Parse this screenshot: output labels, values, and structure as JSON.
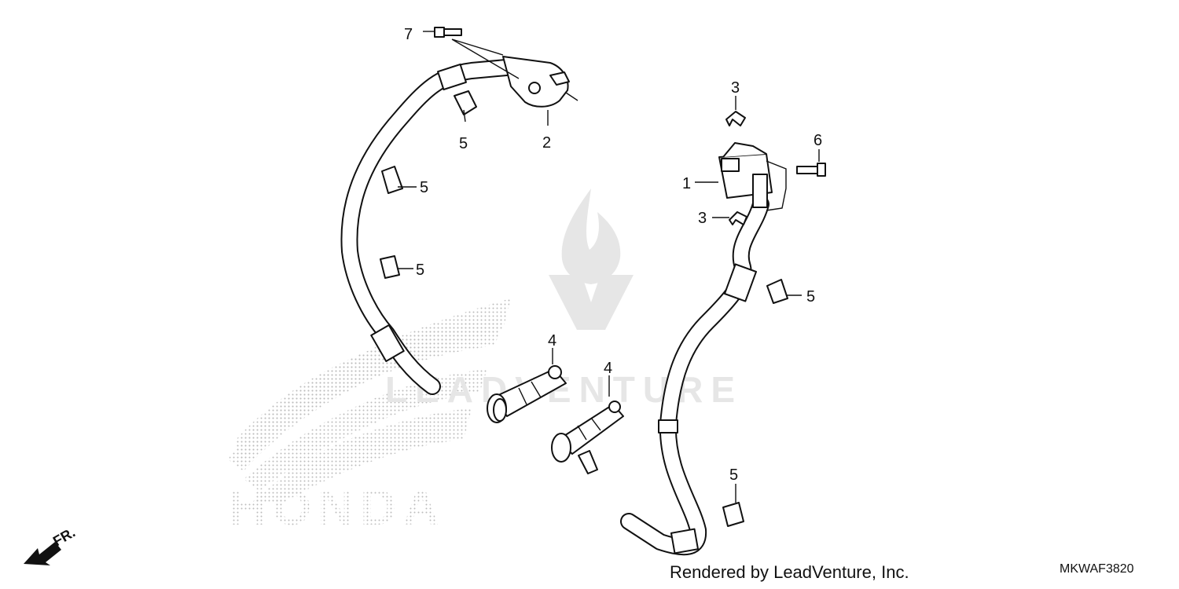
{
  "callouts": {
    "p1": "1",
    "p2": "2",
    "p3a": "3",
    "p3b": "3",
    "p4a": "4",
    "p4b": "4",
    "p5a": "5",
    "p5b": "5",
    "p5c": "5",
    "p5d": "5",
    "p5e": "5",
    "p6": "6",
    "p7": "7"
  },
  "front_indicator": "FR.",
  "footer": {
    "credit": "Rendered by LeadVenture, Inc.",
    "diagram_code": "MKWAF3820"
  },
  "watermarks": {
    "brand_word": "HONDA",
    "vendor_word": "LEADVENTURE"
  },
  "colors": {
    "line": "#111111",
    "background": "#ffffff",
    "watermark": "#e4e4e4"
  }
}
